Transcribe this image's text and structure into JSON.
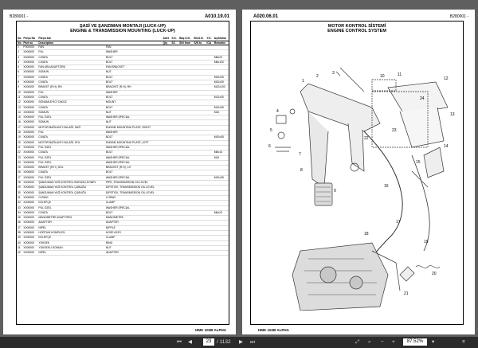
{
  "left_page": {
    "doc_code": "B280001 -",
    "page_code": "A010.19.01",
    "title_tr": "ŞASİ VE ŞANZIMAN MONTAJI (LUCK-UP)",
    "title_en": "ENGINE & TRANSMISSION MOUNTING (LUCK-UP)",
    "headers_top": [
      "No",
      "Parça No",
      "Parça Adı",
      "",
      "Adet",
      "S.K.",
      "Baş.S.N.",
      "Bit.S.N.",
      "Y.K.",
      "Açıklama"
    ],
    "headers_bottom": [
      "No",
      "Part no",
      "Description",
      "",
      "Qty",
      "SC",
      "S/N from",
      "S/N to",
      "ICA",
      "Remarks"
    ],
    "rows": [
      [
        "1",
        "F000000",
        "FAN",
        "FAN",
        "",
        "",
        "",
        "",
        "",
        ""
      ],
      [
        "2",
        "X000000",
        "PUL",
        "WASHER",
        "",
        "",
        "",
        "",
        "",
        ""
      ],
      [
        "3",
        "X000000",
        "CIVATA",
        "BOLT",
        "",
        "",
        "",
        "",
        "",
        "M8x20"
      ],
      [
        "4",
        "X000000",
        "CIVATA",
        "BOLT",
        "",
        "",
        "",
        "",
        "",
        "M8x100"
      ],
      [
        "5",
        "X000000",
        "FAN ARA ADAPTÖRÜ",
        "FAN BRACKET",
        "",
        "",
        "",
        "",
        "",
        ""
      ],
      [
        "6",
        "X000000",
        "SOMUN",
        "NUT",
        "",
        "",
        "",
        "",
        "",
        ""
      ],
      [
        "7",
        "X000000",
        "CIVATA",
        "BOLT",
        "",
        "",
        "",
        "",
        "",
        "M10x25"
      ],
      [
        "8",
        "X000000",
        "CIVATA",
        "BOLT",
        "",
        "",
        "",
        "",
        "",
        "M10x25"
      ],
      [
        "9",
        "X000000",
        "BRAKET (R.H), RH",
        "BRACKET (R.H), RH",
        "",
        "",
        "",
        "",
        "",
        "M12x100"
      ],
      [
        "10",
        "X000000",
        "PUL",
        "WASHER",
        "",
        "",
        "",
        "",
        "",
        ""
      ],
      [
        "11",
        "X000000",
        "CIVATA",
        "BOLT",
        "",
        "",
        "",
        "",
        "",
        "M12x30"
      ],
      [
        "12",
        "X000000",
        "SÖNÜMLEYİCİ TAKOZ",
        "MOUNT",
        "",
        "",
        "",
        "",
        "",
        ""
      ],
      [
        "13",
        "X000000",
        "CIVATA",
        "BOLT",
        "",
        "",
        "",
        "",
        "",
        "M10x35"
      ],
      [
        "14",
        "X000000",
        "SOMUN",
        "NUT",
        "",
        "",
        "",
        "",
        "",
        "M10"
      ],
      [
        "15",
        "X000000",
        "PUL ÖZEL",
        "WASHER,SPECIAL",
        "",
        "",
        "",
        "",
        "",
        ""
      ],
      [
        "16",
        "X000000",
        "SOMUN",
        "NUT",
        "",
        "",
        "",
        "",
        "",
        ""
      ],
      [
        "17",
        "X000000",
        "MOTOR BAĞLANTI KULAĞI, SAĞ",
        "ENGINE MOUNTING PLATE, RIGHT",
        "",
        "",
        "",
        "",
        "",
        ""
      ],
      [
        "18",
        "X000000",
        "PUL",
        "WASHER",
        "",
        "",
        "",
        "",
        "",
        ""
      ],
      [
        "19",
        "X000000",
        "CIVATA",
        "BOLT",
        "",
        "",
        "",
        "",
        "",
        "M10x35"
      ],
      [
        "20",
        "X000000",
        "MOTOR BAĞLANTI KULAĞI, SOL",
        "ENGINE MOUNTING PLATE, LEFT",
        "",
        "",
        "",
        "",
        "",
        ""
      ],
      [
        "21",
        "X000000",
        "PUL ÖZEL",
        "WASHER,SPECIAL",
        "",
        "",
        "",
        "",
        "",
        ""
      ],
      [
        "22",
        "X000000",
        "CIVATA",
        "BOLT",
        "",
        "",
        "",
        "",
        "",
        "M8x16"
      ],
      [
        "23",
        "X000000",
        "PUL ÖZEL",
        "WASHER,SPECIAL",
        "",
        "",
        "",
        "",
        "",
        "M10"
      ],
      [
        "24",
        "X000000",
        "PUL ÖZEL",
        "WASHER,SPECIAL",
        "",
        "",
        "",
        "",
        "",
        ""
      ],
      [
        "25",
        "X000000",
        "BRAKET (R.H.) SOL",
        "BRACKET (R.H), LH",
        "",
        "",
        "",
        "",
        "",
        ""
      ],
      [
        "26",
        "X000000",
        "CIVATA",
        "BOLT",
        "",
        "",
        "",
        "",
        "",
        ""
      ],
      [
        "27",
        "X000000",
        "PUL ÖZEL",
        "WASHER,SPECIAL",
        "",
        "",
        "",
        "",
        "",
        "M10x35"
      ],
      [
        "28",
        "X000000",
        "ŞANZUMAN YAĞ KONTROL BORUSU,KOMPL",
        "PIPE, TRANSMISSION OIL LEVEL",
        "",
        "",
        "",
        "",
        "",
        ""
      ],
      [
        "29",
        "X000000",
        "ŞANZUMAN YAĞ KONTROL ÇUBUĞU",
        "DIPSTICK, TRANSMISSION OIL LEVEL",
        "",
        "",
        "",
        "",
        "",
        ""
      ],
      [
        "30",
        "X000000",
        "ŞANZUMAN YAĞ KONTROL ÇUBUĞU",
        "DIPSTICK, TRANSMISSION OIL LEVEL",
        "",
        "",
        "",
        "",
        "",
        ""
      ],
      [
        "31",
        "X000000",
        "O-RİNG",
        "O-RING",
        "",
        "",
        "",
        "",
        "",
        ""
      ],
      [
        "32",
        "X000000",
        "KELEPÇE",
        "CLAMP",
        "",
        "",
        "",
        "",
        "",
        ""
      ],
      [
        "33",
        "X000000",
        "PUL ÖZEL",
        "WASHER,SPECIAL",
        "",
        "",
        "",
        "",
        "",
        ""
      ],
      [
        "34",
        "X000000",
        "CIVATA",
        "BOLT",
        "",
        "",
        "",
        "",
        "",
        "M6x20"
      ],
      [
        "35",
        "X000000",
        "MANOMETRE ADAPTÖRÜ",
        "MANOMETRE",
        "",
        "",
        "",
        "",
        "",
        ""
      ],
      [
        "36",
        "X000000",
        "ADAPTÖR",
        "ADAPTER",
        "",
        "",
        "",
        "",
        "",
        ""
      ],
      [
        "37",
        "X000000",
        "NİPEL",
        "NIPPLE",
        "",
        "",
        "",
        "",
        "",
        ""
      ],
      [
        "38",
        "X000000",
        "HORTUM KOMPLESİ",
        "HOSE ASSY",
        "",
        "",
        "",
        "",
        "",
        ""
      ],
      [
        "39",
        "X000000",
        "KELEPÇE",
        "CLAMP",
        "",
        "",
        "",
        "",
        "",
        ""
      ],
      [
        "40",
        "X000000",
        "YÜKSEK",
        "RING",
        "",
        "",
        "",
        "",
        "",
        ""
      ],
      [
        "41",
        "X000000",
        "YÜKSEKLİ SOMUN",
        "NUT",
        "",
        "",
        "",
        "",
        "",
        ""
      ],
      [
        "42",
        "X000000",
        "NİPEL",
        "ADAPTER",
        "",
        "",
        "",
        "",
        "",
        ""
      ]
    ],
    "footer": "HMK 102B ALPHA"
  },
  "right_page": {
    "page_code": "A020.06.01",
    "doc_code": "B280001 -",
    "title_tr": "MOTOR KONTROL SİSTEMİ",
    "title_en": "ENGINE CONTROL SYSTEM",
    "footer": "HMK 102B ALPHA"
  },
  "toolbar": {
    "current_page": "23",
    "total_pages": "/ 1132",
    "zoom": "87.52%",
    "icons": [
      "first-page-icon",
      "prev-page-icon",
      "next-page-icon",
      "last-page-icon",
      "zoom-out-icon",
      "zoom-in-icon",
      "fit-icon",
      "search-icon",
      "menu-icon"
    ]
  }
}
